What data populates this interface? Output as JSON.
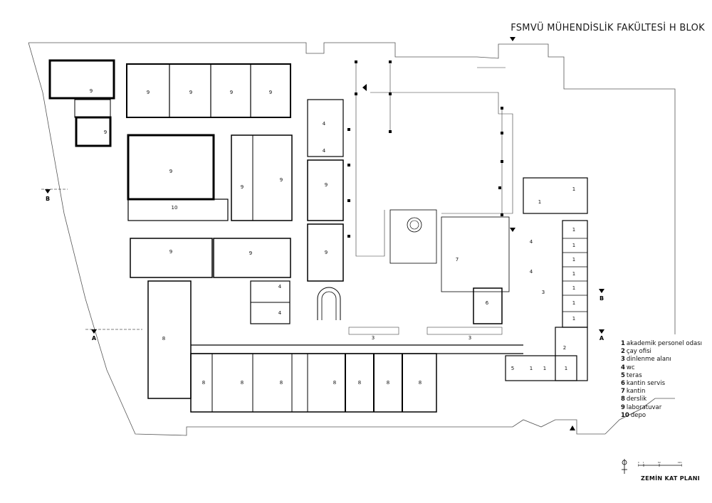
{
  "title": "FSMVÜ MÜHENDİSLİK FAKÜLTESİ H BLOK",
  "floor_label": "ZEMİN KAT PLANI",
  "legend": [
    {
      "num": "1",
      "label": "akademik personel odası"
    },
    {
      "num": "2",
      "label": "çay ofisi"
    },
    {
      "num": "3",
      "label": "dinlenme alanı"
    },
    {
      "num": "4",
      "label": "wc"
    },
    {
      "num": "5",
      "label": "teras"
    },
    {
      "num": "6",
      "label": "kantin servis"
    },
    {
      "num": "7",
      "label": "kantin"
    },
    {
      "num": "8",
      "label": "derslik"
    },
    {
      "num": "9",
      "label": "laboratuvar"
    },
    {
      "num": "10",
      "label": "depo"
    }
  ],
  "section_markers": {
    "a": "A",
    "b": "B"
  },
  "room_tags": {
    "lab": "9",
    "depo": "10",
    "derslik": "8",
    "kantin": "7",
    "servis": "6",
    "teras": "5",
    "wc": "4",
    "dinlenme": "3",
    "cay": "2",
    "akademik": "1"
  },
  "scale_ticks": [
    "0",
    "1",
    "5m",
    "10m"
  ]
}
